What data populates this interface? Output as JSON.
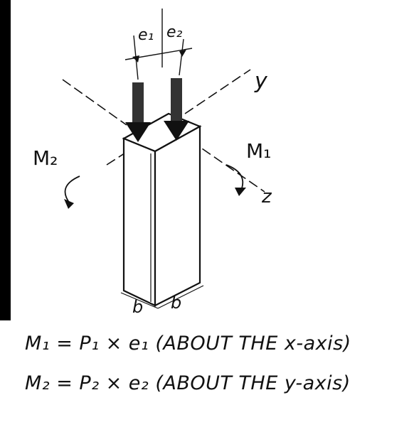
{
  "diagram": {
    "eccentricity_labels": {
      "e1": "e₁",
      "e2": "e₂"
    },
    "axis_labels": {
      "y": "y",
      "z": "z"
    },
    "moment_labels": {
      "m1": "M₁",
      "m2": "M₂"
    },
    "width_labels": {
      "left": "b",
      "right": "b"
    }
  },
  "equations": {
    "line1": "M₁ = P₁ × e₁  (ABOUT THE  x-axis)",
    "line2": "M₂ = P₂ × e₂  (ABOUT THE  y-axis)"
  }
}
